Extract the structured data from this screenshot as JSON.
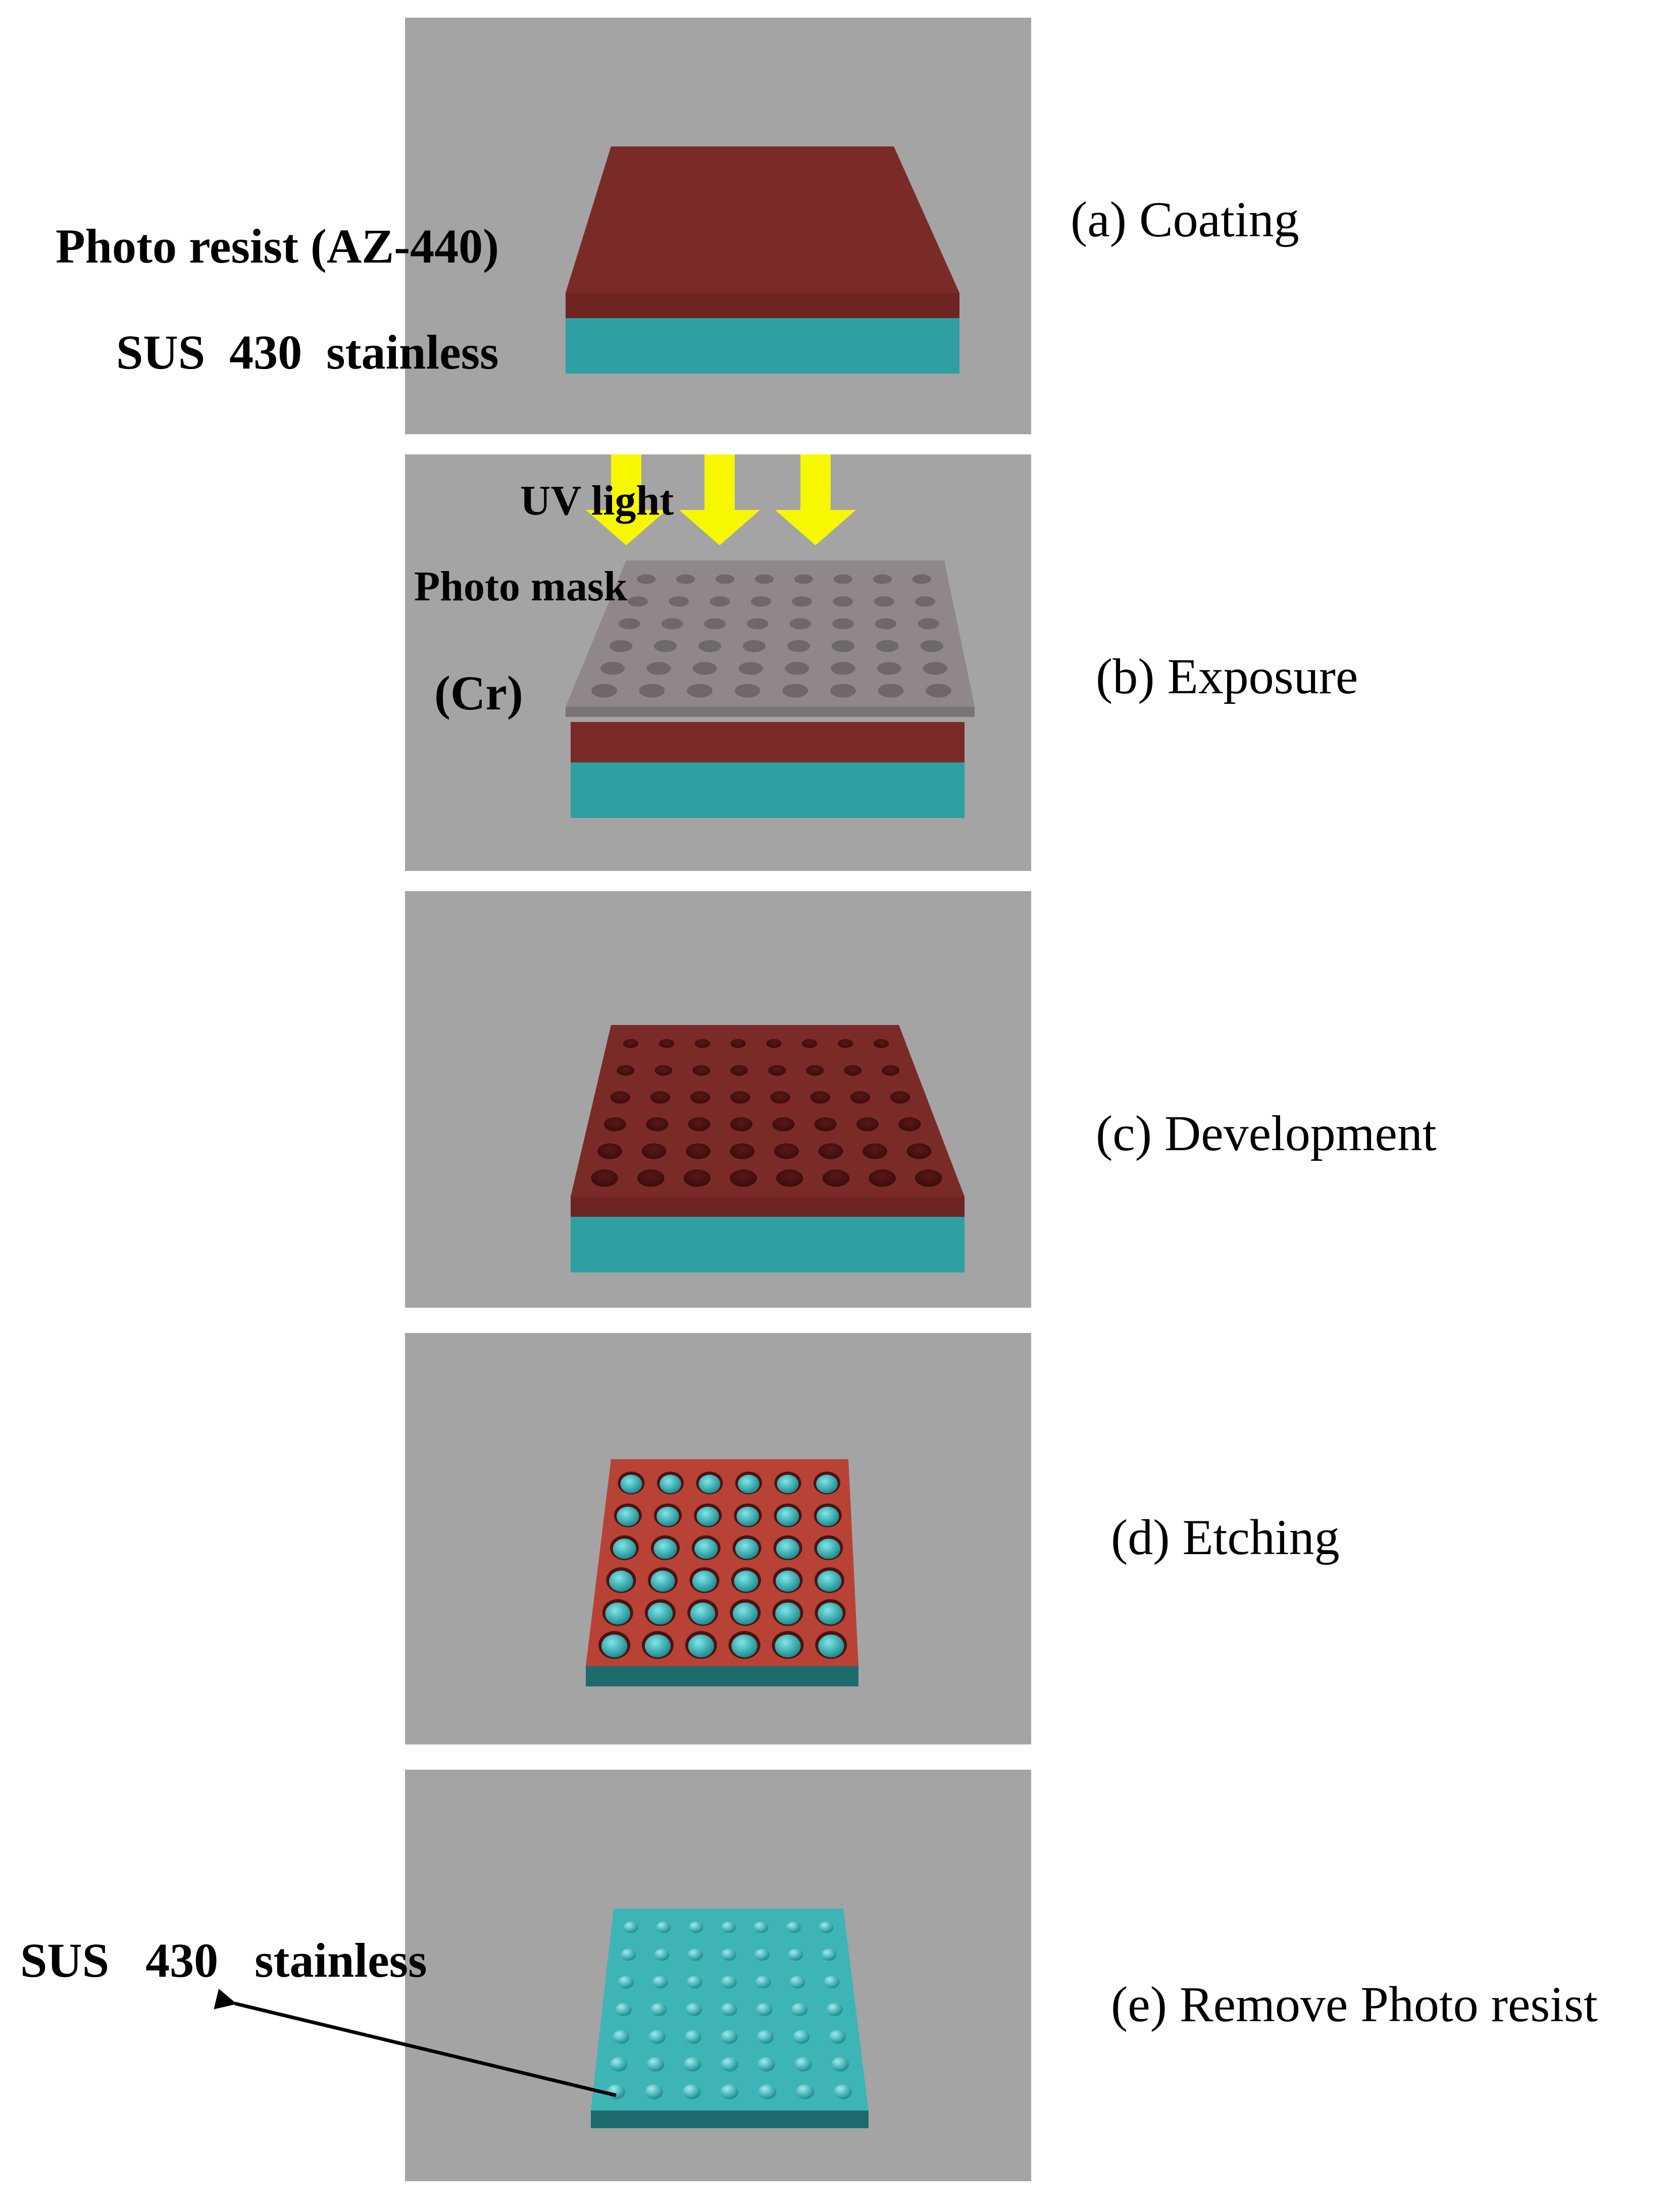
{
  "colors": {
    "panel_bg": "#a4a4a4",
    "photoresist": "#7a2b28",
    "photoresist_light": "#b84235",
    "stainless": "#2e9fa3",
    "stainless_light": "#3db5b6",
    "mask": "#8e8686",
    "uv": "#f7f700"
  },
  "panels": [
    {
      "id": "a",
      "label": "(a) Coating"
    },
    {
      "id": "b",
      "label": "(b) Exposure"
    },
    {
      "id": "c",
      "label": "(c) Development"
    },
    {
      "id": "d",
      "label": "(d) Etching"
    },
    {
      "id": "e",
      "label": "(e) Remove Photo resist"
    }
  ],
  "annotations": {
    "photo_resist": "Photo resist (AZ-440)",
    "stainless_a": "SUS  430  stainless",
    "uv_light": "UV light",
    "photo_mask": "Photo mask",
    "cr": "(Cr)",
    "stainless_e": "SUS   430   stainless"
  }
}
